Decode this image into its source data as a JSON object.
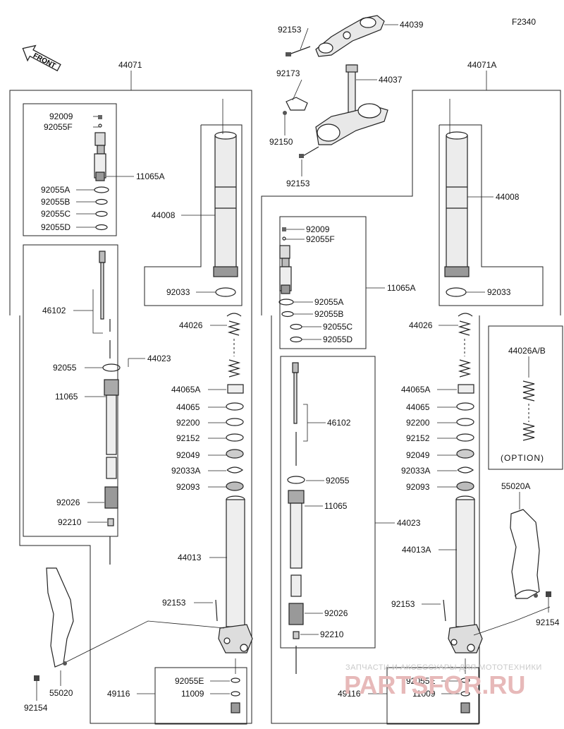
{
  "figure_code": "F2340",
  "front_label": "FRONT",
  "option_label": "(OPTION)",
  "watermark": {
    "line1": "ЗАПЧАСТИ И АКСЕССУАРЫ ДЛЯ МОТОТЕХНИКИ",
    "line2": "PARTSFOR.RU"
  },
  "callouts": {
    "top_92153": "92153",
    "top_44039": "44039",
    "top_92173": "92173",
    "top_44037": "44037",
    "top_92150": "92150",
    "top_92153b": "92153",
    "l_44071": "44071",
    "l_92009": "92009",
    "l_92055F": "92055F",
    "l_11065A": "11065A",
    "l_92055A": "92055A",
    "l_92055B": "92055B",
    "l_92055C": "92055C",
    "l_92055D": "92055D",
    "l_44008": "44008",
    "l_92033": "92033",
    "l_46102": "46102",
    "l_44026": "44026",
    "l_92055": "92055",
    "l_44023": "44023",
    "l_11065": "11065",
    "l_44065A": "44065A",
    "l_44065": "44065",
    "l_92200": "92200",
    "l_92152": "92152",
    "l_92049": "92049",
    "l_92033A": "92033A",
    "l_92093": "92093",
    "l_92026": "92026",
    "l_92210": "92210",
    "l_44013": "44013",
    "l_92153": "92153",
    "l_92055E": "92055E",
    "l_11009": "11009",
    "l_49116": "49116",
    "l_55020": "55020",
    "l_92154": "92154",
    "r_44071A": "44071A",
    "r_44008": "44008",
    "r_92033": "92033",
    "r_92009": "92009",
    "r_92055F": "92055F",
    "r_11065A": "11065A",
    "r_92055A": "92055A",
    "r_92055B": "92055B",
    "r_92055C": "92055C",
    "r_92055D": "92055D",
    "r_44026": "44026",
    "r_44026AB": "44026A/B",
    "r_46102": "46102",
    "r_44065A": "44065A",
    "r_44065": "44065",
    "r_92200": "92200",
    "r_92152": "92152",
    "r_92049": "92049",
    "r_92033A": "92033A",
    "r_92093": "92093",
    "r_55020A": "55020A",
    "r_92055": "92055",
    "r_11065": "11065",
    "r_44023": "44023",
    "r_44013A": "44013A",
    "r_92153": "92153",
    "r_92154": "92154",
    "r_92026": "92026",
    "r_92210": "92210",
    "r_92055E": "92055E",
    "r_11009": "11009",
    "r_49116": "49116"
  }
}
